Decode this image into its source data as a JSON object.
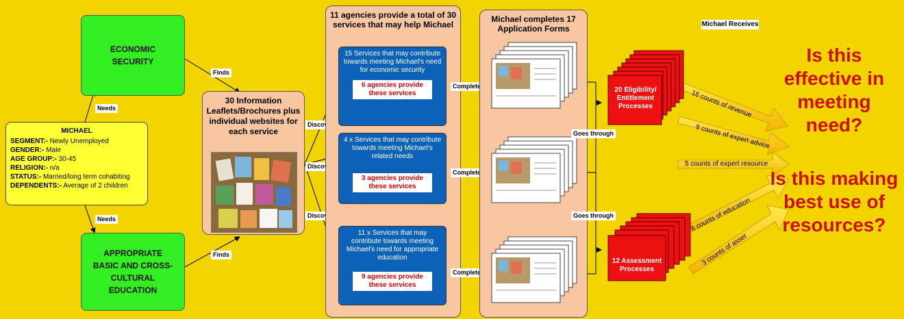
{
  "needs": {
    "economic": "ECONOMIC SECURITY",
    "education": "APPROPRIATE BASIC AND CROSS-CULTURAL EDUCATION"
  },
  "links": {
    "needs": "Needs",
    "finds": "Finds",
    "discovers": "Discovers",
    "discovers_comma": "Discovers,",
    "completes": "Completes",
    "goes_through": "Goes through"
  },
  "profile": {
    "name": "MICHAEL",
    "rows": [
      {
        "key": "SEGMENT:-",
        "value": " Newly Unemployed"
      },
      {
        "key": "GENDER:-",
        "value": " Male"
      },
      {
        "key": "AGE GROUP:-",
        "value": " 30-45"
      },
      {
        "key": "RELIGION:-",
        "value": " n/a"
      },
      {
        "key": "STATUS:-",
        "value": " Married/long term cohabiting"
      },
      {
        "key": "DEPENDENTS:-",
        "value": " Average of 2 children"
      }
    ]
  },
  "info": {
    "title": "30 Information Leaflets/Brochures plus individual websites for each service"
  },
  "services": {
    "title": "11 agencies provide a total of 30 services that may help Michael",
    "boxes": [
      {
        "text": "15 Services that may contribute towards meeting Michael's need for economic security",
        "agencies": "6 agencies provide these services"
      },
      {
        "text": "4 x Services that may contribute towards meeting Michael's related needs",
        "agencies": "3 agencies provide these services"
      },
      {
        "text": "11 x Services that may contribute towards meeting Michael's need for appropriate education",
        "agencies": "9 agencies provide these services"
      }
    ]
  },
  "forms": {
    "title": "Michael completes 17 Application Forms"
  },
  "processes": {
    "eligibility": "20 Eligibility/ Entitlement Processes",
    "assessment": "12 Assessment Processes"
  },
  "receives": {
    "title": "Michael Receives",
    "items": [
      "16 counts of revenue",
      "9 counts of expert advice",
      "5 counts of expert resource",
      "6 counts of education",
      "3 counts of asset"
    ]
  },
  "questions": {
    "q1": "Is this effective in meeting need?",
    "q2": "Is this making best use of resources?"
  },
  "colors": {
    "background": "#f2d400",
    "need_box": "#33ee22",
    "profile_box": "#ffff33",
    "panel": "#f8c6a0",
    "service_box": "#0b62b8",
    "process": "#ee1111",
    "question": "#cc1010",
    "arrow": "#ffd21a"
  }
}
